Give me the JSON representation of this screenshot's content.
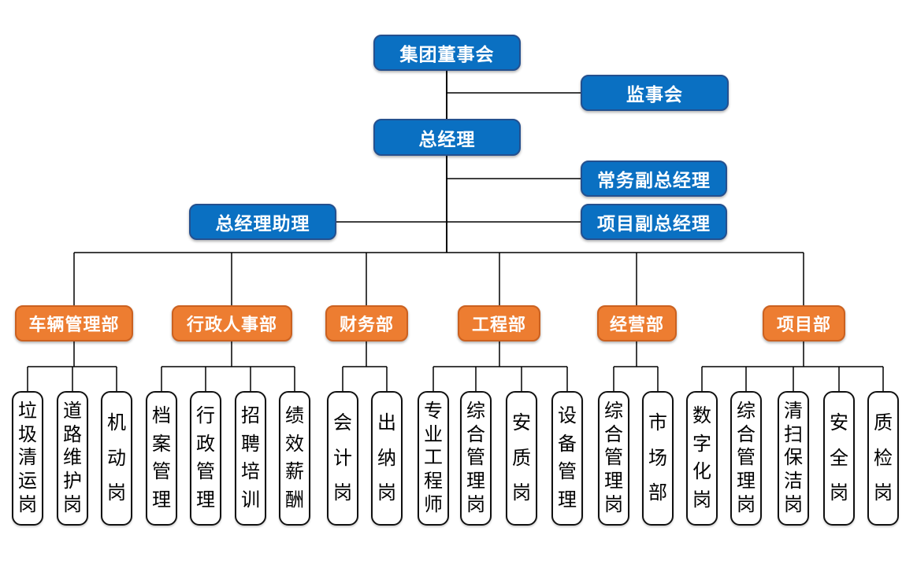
{
  "colors": {
    "executive_fill": "#0a70c2",
    "executive_border": "#24508f",
    "department_fill": "#ed7d31",
    "department_border": "#cb6120",
    "position_fill": "#ffffff",
    "position_border": "#111111",
    "connector_line": "#000000",
    "background": "#ffffff"
  },
  "chart": {
    "top_nodes": {
      "board": "集团董事会",
      "supervisory": "监事会",
      "general_manager": "总经理",
      "executive_deputy_gm": "常务副总经理",
      "gm_assistant": "总经理助理",
      "project_deputy_gm": "项目副总经理"
    },
    "departments": [
      {
        "label": "车辆管理部",
        "positions": [
          "垃圾清运岗",
          "道路维护岗",
          "机动岗"
        ]
      },
      {
        "label": "行政人事部",
        "positions": [
          "档案管理",
          "行政管理",
          "招聘培训",
          "绩效薪酬"
        ]
      },
      {
        "label": "财务部",
        "positions": [
          "会计岗",
          "出纳岗"
        ]
      },
      {
        "label": "工程部",
        "positions": [
          "专业工程师",
          "综合管理岗",
          "安质岗",
          "设备管理"
        ]
      },
      {
        "label": "经营部",
        "positions": [
          "综合管理岗",
          "市场部"
        ]
      },
      {
        "label": "项目部",
        "positions": [
          "数字化岗",
          "综合管理岗",
          "清扫保洁岗",
          "安全岗",
          "质检岗"
        ]
      }
    ]
  }
}
